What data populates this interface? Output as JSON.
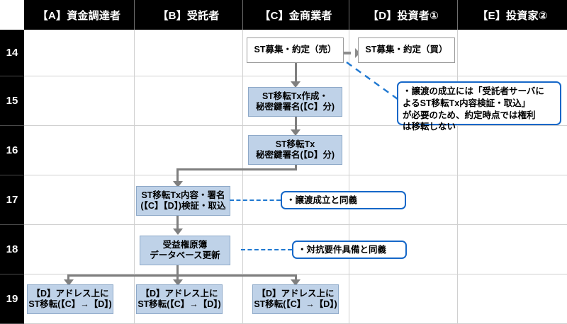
{
  "table": {
    "columns": [
      {
        "id": "A",
        "label": "【A】資金調達者"
      },
      {
        "id": "B",
        "label": "【B】受託者"
      },
      {
        "id": "C",
        "label": "【C】金商業者"
      },
      {
        "id": "D",
        "label": "【D】投資者①"
      },
      {
        "id": "E",
        "label": "【E】投資家②"
      }
    ],
    "rows": [
      "14",
      "15",
      "16",
      "17",
      "18",
      "19"
    ]
  },
  "boxes": {
    "r14_c": {
      "line1": "ST募集・約定（売）"
    },
    "r14_d": {
      "line1": "ST募集・約定（買）"
    },
    "r15_c": {
      "line1": "ST移転Tx作成・",
      "line2": "秘密鍵署名(【C】分)"
    },
    "r16_c": {
      "line1": "ST移転Tx",
      "line2": "秘密鍵署名(【D】分)"
    },
    "r17_b": {
      "line1": "ST移転Tx内容・署名",
      "line2": "(【C】【D】)検証・取込"
    },
    "r18_b": {
      "line1": "受益権原簿",
      "line2": "データベース更新"
    },
    "r19_a": {
      "line1": "【D】アドレス上に",
      "line2": "ST移転(【C】→【D】)"
    },
    "r19_b": {
      "line1": "【D】アドレス上に",
      "line2": "ST移転(【C】→【D】)"
    },
    "r19_c": {
      "line1": "【D】アドレス上に",
      "line2": "ST移転(【C】→【D】)"
    }
  },
  "callouts": {
    "note15": {
      "l1": "・譲渡の成立には「受託者サーバに",
      "l2": "よるST移転Tx内容検証・取込」",
      "l3": "が必要のため、約定時点では権利",
      "l4": "は移転しない"
    },
    "note17": {
      "text": "・譲渡成立と同義"
    },
    "note18": {
      "text": "・対抗要件具備と同義"
    }
  },
  "colors": {
    "header_bg": "#000000",
    "header_fg": "#ffffff",
    "box_blue_fill": "#bfd2e8",
    "box_blue_border": "#8ea9c8",
    "box_plain_border": "#9b9b9b",
    "callout_border": "#1567c8",
    "connector": "#7f7f7f",
    "dashed": "#1f78d1",
    "gridline": "#d0d0d0"
  }
}
